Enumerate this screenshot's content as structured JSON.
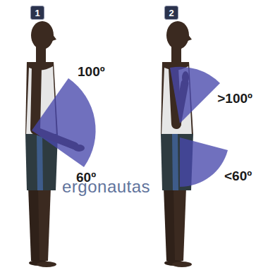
{
  "diagram": {
    "nodes": [
      {
        "text": [
          "1"
        ]
      },
      {
        "text": [
          "2"
        ]
      }
    ],
    "labels": [
      "100º",
      "60º",
      ">100º",
      "<60º",
      "ergonautas"
    ]
  }
}
